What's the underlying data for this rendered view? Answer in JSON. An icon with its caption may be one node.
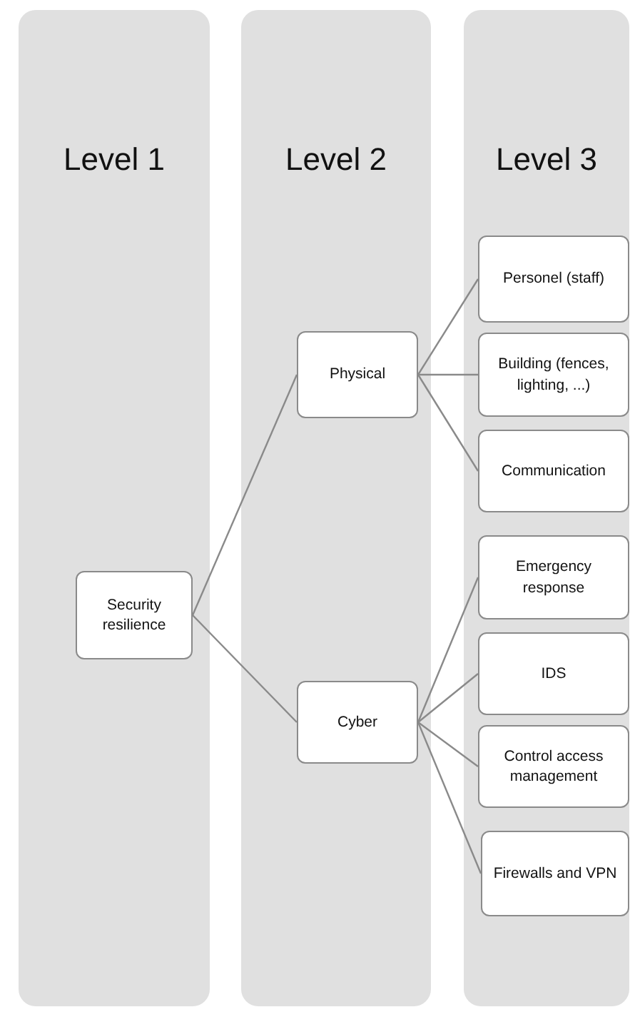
{
  "diagram": {
    "nodes": [
      {
        "text": [
          "Level 1"
        ]
      },
      {
        "text": [
          "Level 2"
        ]
      },
      {
        "text": [
          "Level 3"
        ]
      },
      {
        "text": [
          "Security resilience"
        ],
        "in": 0
      },
      {
        "text": [
          "Physical"
        ],
        "in": 1
      },
      {
        "text": [
          "Cyber"
        ],
        "in": 1
      },
      {
        "text": [
          "Personel (staff)"
        ],
        "in": 2
      },
      {
        "text": [
          "Building (fences, lighting, ...)"
        ],
        "in": 2
      },
      {
        "text": [
          "Communication"
        ],
        "in": 2
      },
      {
        "text": [
          "Emergency response"
        ],
        "in": 2
      },
      {
        "text": [
          "IDS"
        ],
        "in": 2
      },
      {
        "text": [
          "Control access management"
        ],
        "in": 2
      },
      {
        "text": [
          "Firewalls and VPN"
        ],
        "in": 2
      }
    ],
    "edges": [
      {
        "from": 3,
        "to": 4,
        "arrow": "none"
      },
      {
        "from": 3,
        "to": 5,
        "arrow": "none"
      },
      {
        "from": 4,
        "to": 6,
        "arrow": "none"
      },
      {
        "from": 4,
        "to": 7,
        "arrow": "none"
      },
      {
        "from": 4,
        "to": 8,
        "arrow": "none"
      },
      {
        "from": 5,
        "to": 9,
        "arrow": "none"
      },
      {
        "from": 5,
        "to": 10,
        "arrow": "none"
      },
      {
        "from": 5,
        "to": 11,
        "arrow": "none"
      },
      {
        "from": 5,
        "to": 12,
        "arrow": "none"
      }
    ]
  }
}
